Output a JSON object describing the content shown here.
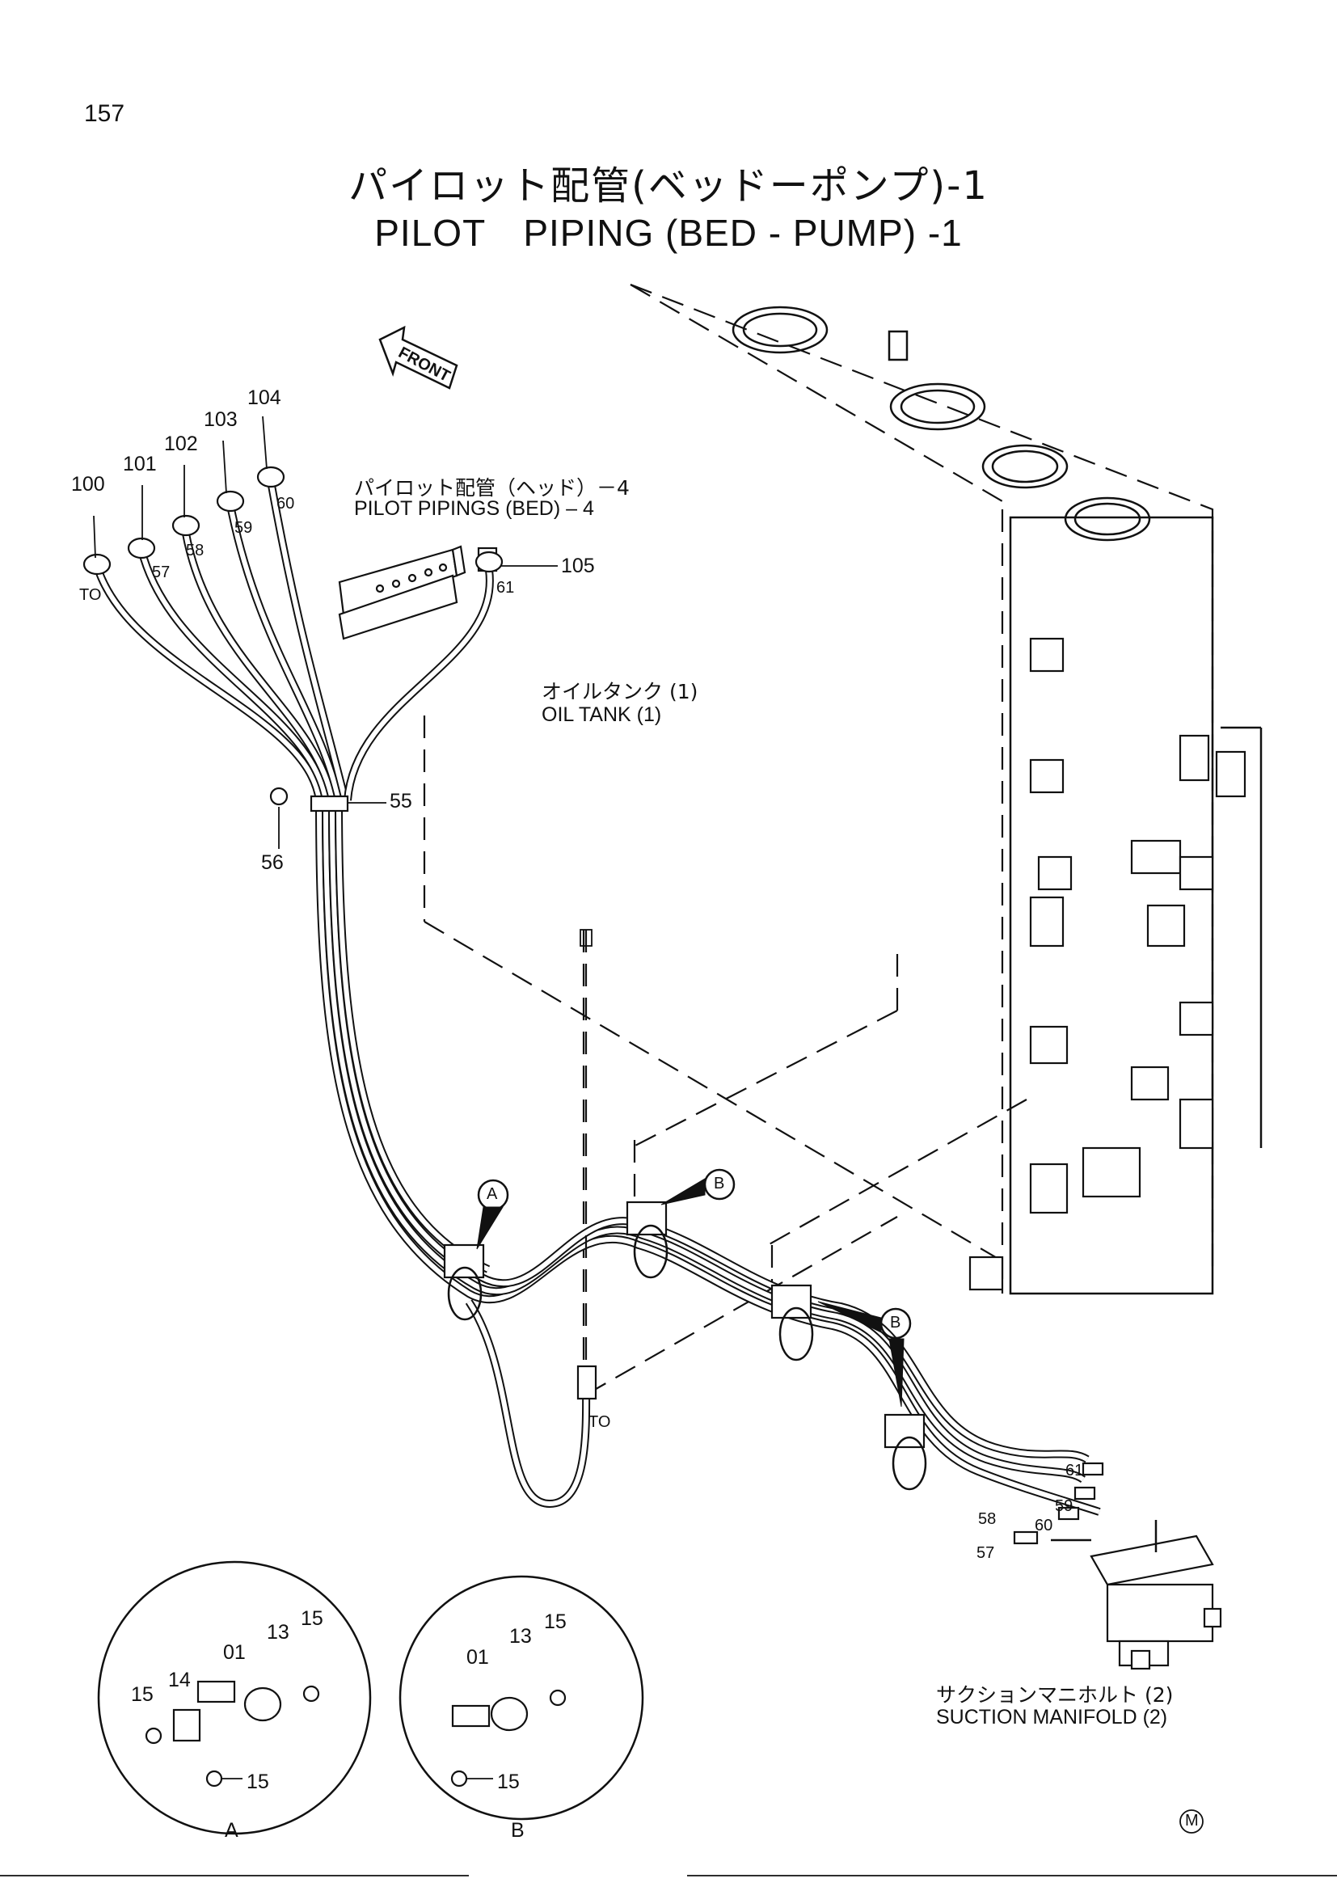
{
  "page_number": "157",
  "title_jp": "パイロット配管(ベッドーポンプ)-1",
  "title_en": "PILOT　PIPING (BED - PUMP) -1",
  "front_label": "FRONT",
  "callouts": {
    "c100": "100",
    "c101": "101",
    "c102": "102",
    "c103": "103",
    "c104": "104",
    "c105": "105",
    "c55": "55",
    "c56": "56",
    "c57a": "57",
    "c58a": "58",
    "c59a": "59",
    "c60a": "60",
    "c61a": "61",
    "c57b": "57",
    "c58b": "58",
    "c59b": "59",
    "c60b": "60",
    "c61b": "61",
    "to1": "TO",
    "to2": "TO"
  },
  "assemblies": {
    "pilot_bed_jp": "パイロット配管（ヘッド）－4",
    "pilot_bed_en": "PILOT PIPINGS (BED) – 4",
    "oil_tank_jp": "オイルタンク (1)",
    "oil_tank_en": "OIL TANK (1)",
    "suction_jp": "サクションマニホルト (2)",
    "suction_en": "SUCTION MANIFOLD (2)"
  },
  "markers": {
    "a": "A",
    "b1": "B",
    "b2": "B"
  },
  "detail_a": {
    "label": "A",
    "p01": "01",
    "p13": "13",
    "p14": "14",
    "p15a": "15",
    "p15b": "15",
    "p15c": "15"
  },
  "detail_b": {
    "label": "B",
    "p01": "01",
    "p13": "13",
    "p15a": "15",
    "p15b": "15"
  },
  "footer_mark": "M"
}
